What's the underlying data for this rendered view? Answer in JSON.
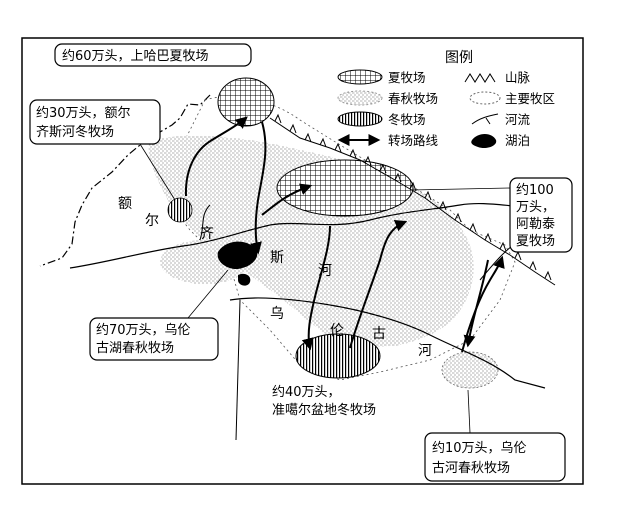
{
  "legend": {
    "title": "图例",
    "summer": "夏牧场",
    "spring_autumn": "春秋牧场",
    "winter": "冬牧场",
    "route": "转场路线",
    "mountain": "山脉",
    "main_area": "主要牧区",
    "river": "河流",
    "lake": "湖泊"
  },
  "callouts": {
    "shangha_summer": "约60万头，上哈巴夏牧场",
    "erq_winter_1": "约30万头，额尔",
    "erq_winter_2": "齐斯河冬牧场",
    "wulungu_spring_1": "约70万头，乌伦",
    "wulungu_spring_2": "古湖春秋牧场",
    "altay_summer_1": "约100",
    "altay_summer_2": "万头，",
    "altay_summer_3": "阿勒泰",
    "altay_summer_4": "夏牧场",
    "junggar_winter_1": "约40万头，",
    "junggar_winter_2": "准噶尔盆地冬牧场",
    "wulungu_river_1": "约10万头，乌伦",
    "wulungu_river_2": "古河春秋牧场"
  },
  "river_labels": {
    "erqis": [
      "额",
      "尔",
      "齐",
      "斯",
      "河"
    ],
    "wulungu": [
      "乌",
      "伦",
      "古",
      "河"
    ]
  }
}
